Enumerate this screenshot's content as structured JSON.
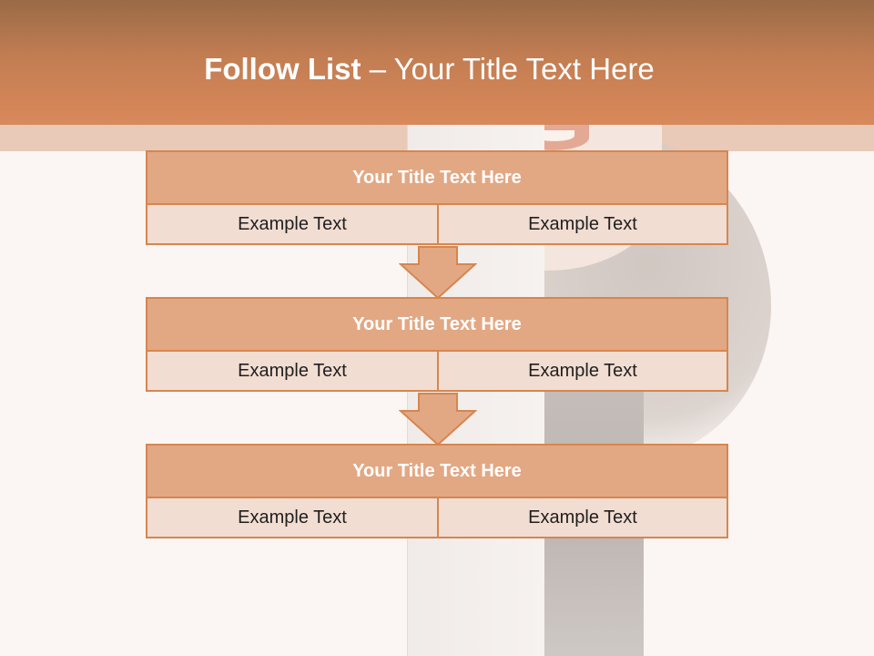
{
  "header": {
    "title_bold": "Follow List",
    "title_rest": " – Your Title Text Here"
  },
  "steps": [
    {
      "title": "Your Title Text Here",
      "left": "Example Text",
      "right": "Example Text"
    },
    {
      "title": "Your Title Text Here",
      "left": "Example Text",
      "right": "Example Text"
    },
    {
      "title": "Your Title Text Here",
      "left": "Example Text",
      "right": "Example Text"
    }
  ],
  "colors": {
    "header": "#d9895a",
    "box_title": "#e2a884",
    "box_body": "#f2ddd2",
    "border": "#d6864f",
    "arrow": "#e2a884"
  },
  "icons": {
    "connector": "down-arrow-icon"
  }
}
